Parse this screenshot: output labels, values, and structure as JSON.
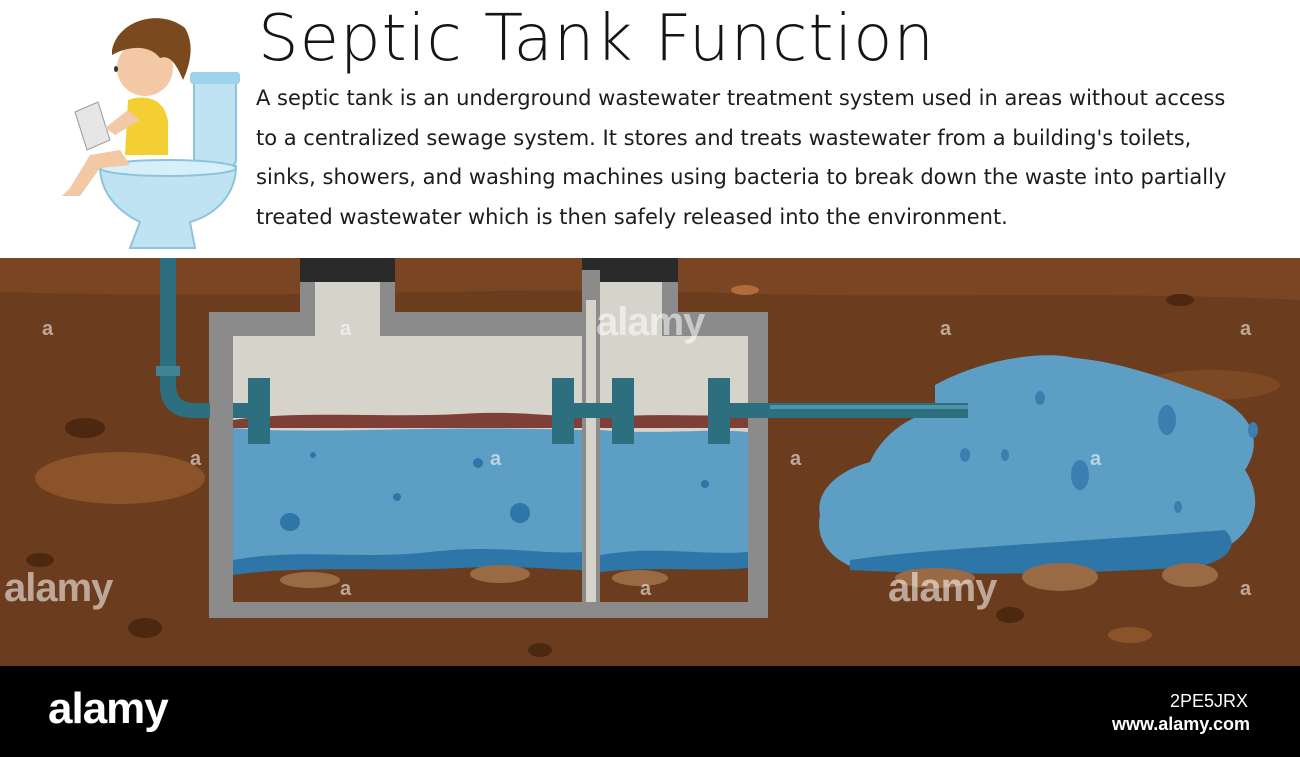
{
  "title": "Septic Tank Function",
  "description_lines": [
    "A septic tank is an underground wastewater treatment system used in areas without access",
    "to a centralized sewage system. It stores and treats wastewater from a building's toilets,",
    "sinks, showers, and washing machines using bacteria to break down the waste into partially",
    "treated wastewater which is then safely released into the environment."
  ],
  "watermark": {
    "logo": "alamy",
    "image_id": "2PE5JRX",
    "url": "www.alamy.com",
    "small_mark": "a"
  },
  "colors": {
    "soil": "#6b3c1e",
    "soil_dark": "#5a3016",
    "water": "#5d9fc4",
    "tank_wall": "#8b8b8b",
    "pipe": "#2d6f7e",
    "footer": "#000000"
  },
  "icons": [
    "boy-on-toilet-icon",
    "septic-tank-icon",
    "drain-field-icon"
  ]
}
